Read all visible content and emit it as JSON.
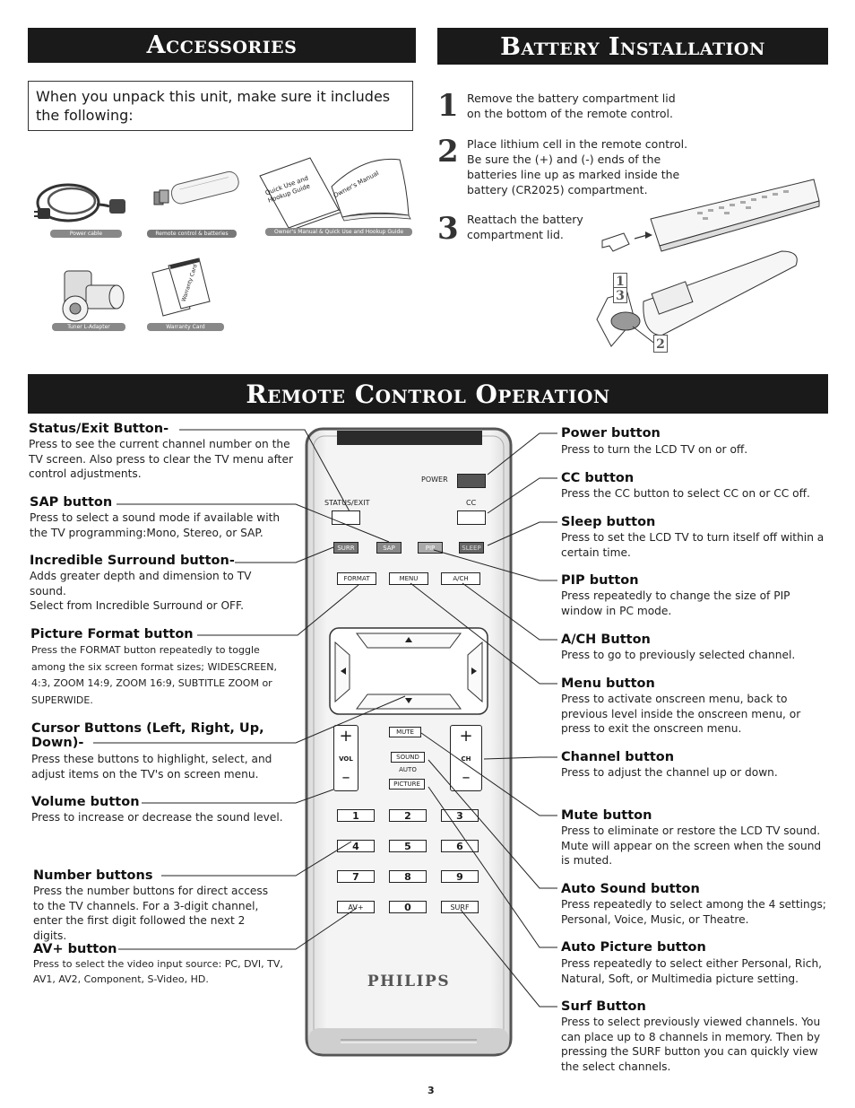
{
  "headers": {
    "accessories": "Accessories",
    "battery": "Battery Installation",
    "remote": "Remote Control Operation"
  },
  "accessories": {
    "intro": "When you unpack this unit, make sure it includes the following:",
    "items": [
      {
        "label": "Power cable",
        "icon": "power-cable-icon"
      },
      {
        "label": "Remote control & batteries",
        "icon": "remote-control-icon"
      },
      {
        "label": "Owner's Manual & Quick Use and Hookup Guide",
        "icon": "manual-icon"
      },
      {
        "label": "Tuner L-Adapter",
        "icon": "tuner-adapter-icon"
      },
      {
        "label": "Warranty Card",
        "icon": "warranty-card-icon"
      }
    ],
    "manual_cover_1": "Quick Use and Hookup Guide",
    "manual_cover_2": "Owner's Manual",
    "warranty_cover": "Warranty Card"
  },
  "battery": {
    "steps": [
      {
        "num": "1",
        "text": "Remove the battery compartment lid on the bottom of the remote control."
      },
      {
        "num": "2",
        "text": "Place lithium cell in the remote control. Be sure the (+) and (-) ends of the batteries line up as marked inside the battery (CR2025) compartment."
      },
      {
        "num": "3",
        "text": "Reattach the battery compartment lid."
      }
    ],
    "diagram_tags": [
      "1",
      "3",
      "2"
    ]
  },
  "remote": {
    "brand": "PHILIPS",
    "buttons": {
      "power": "POWER",
      "status_exit": "STATUS/EXIT",
      "cc": "CC",
      "surr": "SURR",
      "sap": "SAP",
      "pip": "PIP",
      "sleep": "SLEEP",
      "format": "FORMAT",
      "menu": "MENU",
      "ach": "A/CH",
      "mute": "MUTE",
      "vol": "VOL",
      "ch": "CH",
      "sound": "SOUND",
      "auto": "AUTO",
      "picture": "PICTURE",
      "plus": "+",
      "minus": "–",
      "digits": [
        "1",
        "2",
        "3",
        "4",
        "5",
        "6",
        "7",
        "8",
        "9"
      ],
      "zero": "0",
      "av": "AV+",
      "surf": "SURF"
    }
  },
  "left_labels": [
    {
      "title": "Status/Exit Button-",
      "desc": "Press to see the current channel number on the TV screen. Also press to clear the TV menu after control adjustments."
    },
    {
      "title": "SAP button",
      "desc": "Press to select a sound mode if available with the TV programming:Mono, Stereo, or SAP."
    },
    {
      "title": "Incredible Surround button-",
      "desc": "Adds greater depth and dimension to TV sound.",
      "desc2": "Select from Incredible Surround or OFF."
    },
    {
      "title": "Picture Format button",
      "desc": "Press the FORMAT button repeatedly to toggle among the six screen format sizes; WIDESCREEN, 4:3, ZOOM 14:9, ZOOM 16:9, SUBTITLE ZOOM or SUPERWIDE."
    },
    {
      "title": "Cursor Buttons (Left, Right, Up,",
      "title2": "Down)-",
      "desc": "Press these buttons to highlight, select, and adjust items on the TV's on screen menu."
    },
    {
      "title": "Volume button",
      "desc": "Press to increase or decrease the sound level."
    },
    {
      "title": "Number buttons",
      "desc": "Press the number buttons for direct access to the TV channels. For a 3-digit channel, enter the first digit followed the next 2 digits."
    },
    {
      "title": "AV+ button",
      "desc": "Press to select the video input source: PC, DVI, TV, AV1, AV2, Component, S-Video, HD."
    }
  ],
  "right_labels": [
    {
      "title": "Power button",
      "desc": "Press to turn the LCD TV on or off."
    },
    {
      "title": "CC button",
      "desc": "Press the CC button to select CC on or CC off."
    },
    {
      "title": "Sleep button",
      "desc": "Press to set the LCD TV to turn itself off within a certain time."
    },
    {
      "title": "PIP button",
      "desc": "Press repeatedly to change the size of PIP window in PC mode."
    },
    {
      "title": "A/CH Button",
      "desc": "Press to go to previously selected channel."
    },
    {
      "title": "Menu button",
      "desc": "Press to activate onscreen menu, back to previous level inside the onscreen menu, or press to exit the onscreen menu."
    },
    {
      "title": "Channel button",
      "desc": "Press to adjust the channel up or down."
    },
    {
      "title": "Mute button",
      "desc": "Press to eliminate or restore the LCD TV sound. Mute will appear on the screen when the sound is muted."
    },
    {
      "title": "Auto Sound button",
      "desc": "Press repeatedly to select among the 4 settings; Personal, Voice, Music, or Theatre."
    },
    {
      "title": "Auto Picture button",
      "desc": "Press repeatedly to select either Personal, Rich, Natural, Soft, or Multimedia picture setting."
    },
    {
      "title": "Surf Button",
      "desc": "Press to select previously viewed channels. You can place up to 8 channels in memory. Then by pressing the SURF button you can quickly view the select channels."
    }
  ],
  "page_number": "3"
}
